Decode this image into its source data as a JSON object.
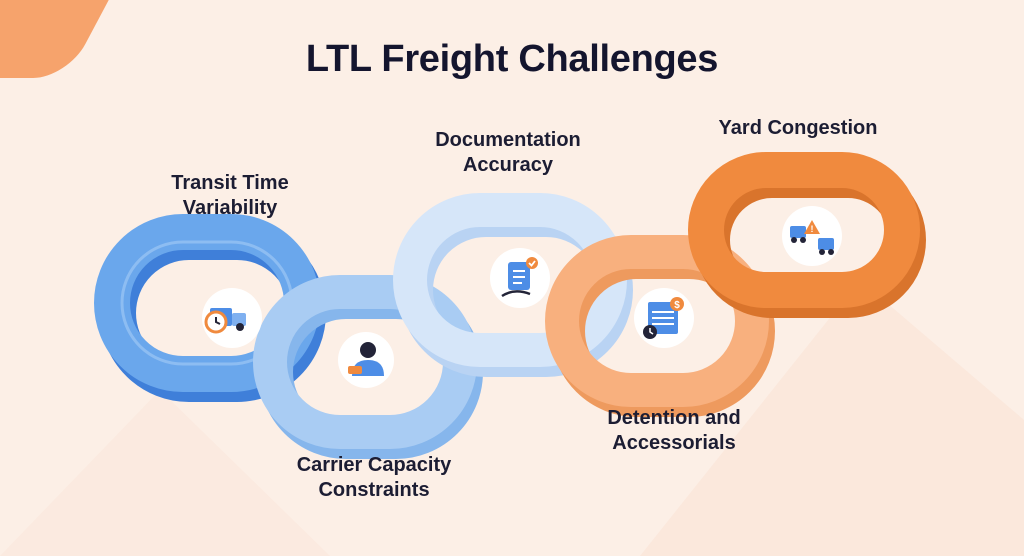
{
  "title": "LTL Freight Challenges",
  "challenges": [
    {
      "line1": "Transit Time",
      "line2": "Variability",
      "icon": "clock-truck-icon",
      "color": "#6aa7ec"
    },
    {
      "line1": "Carrier Capacity",
      "line2": "Constraints",
      "icon": "driver-icon",
      "color": "#a9ccf3"
    },
    {
      "line1": "Documentation",
      "line2": "Accuracy",
      "icon": "document-check-icon",
      "color": "#d6e6f9"
    },
    {
      "line1": "Detention and",
      "line2": "Accessorials",
      "icon": "invoice-clock-icon",
      "color": "#f8b07e"
    },
    {
      "line1": "Yard Congestion",
      "line2": "",
      "icon": "traffic-trucks-icon",
      "color": "#f08a3e"
    }
  ],
  "colors": {
    "background": "#fcefe6",
    "accent_orange": "#f6a36c",
    "title_text": "#14152e",
    "icon_blue": "#4d8de6",
    "icon_orange": "#f08a3e",
    "icon_dark": "#232438"
  }
}
